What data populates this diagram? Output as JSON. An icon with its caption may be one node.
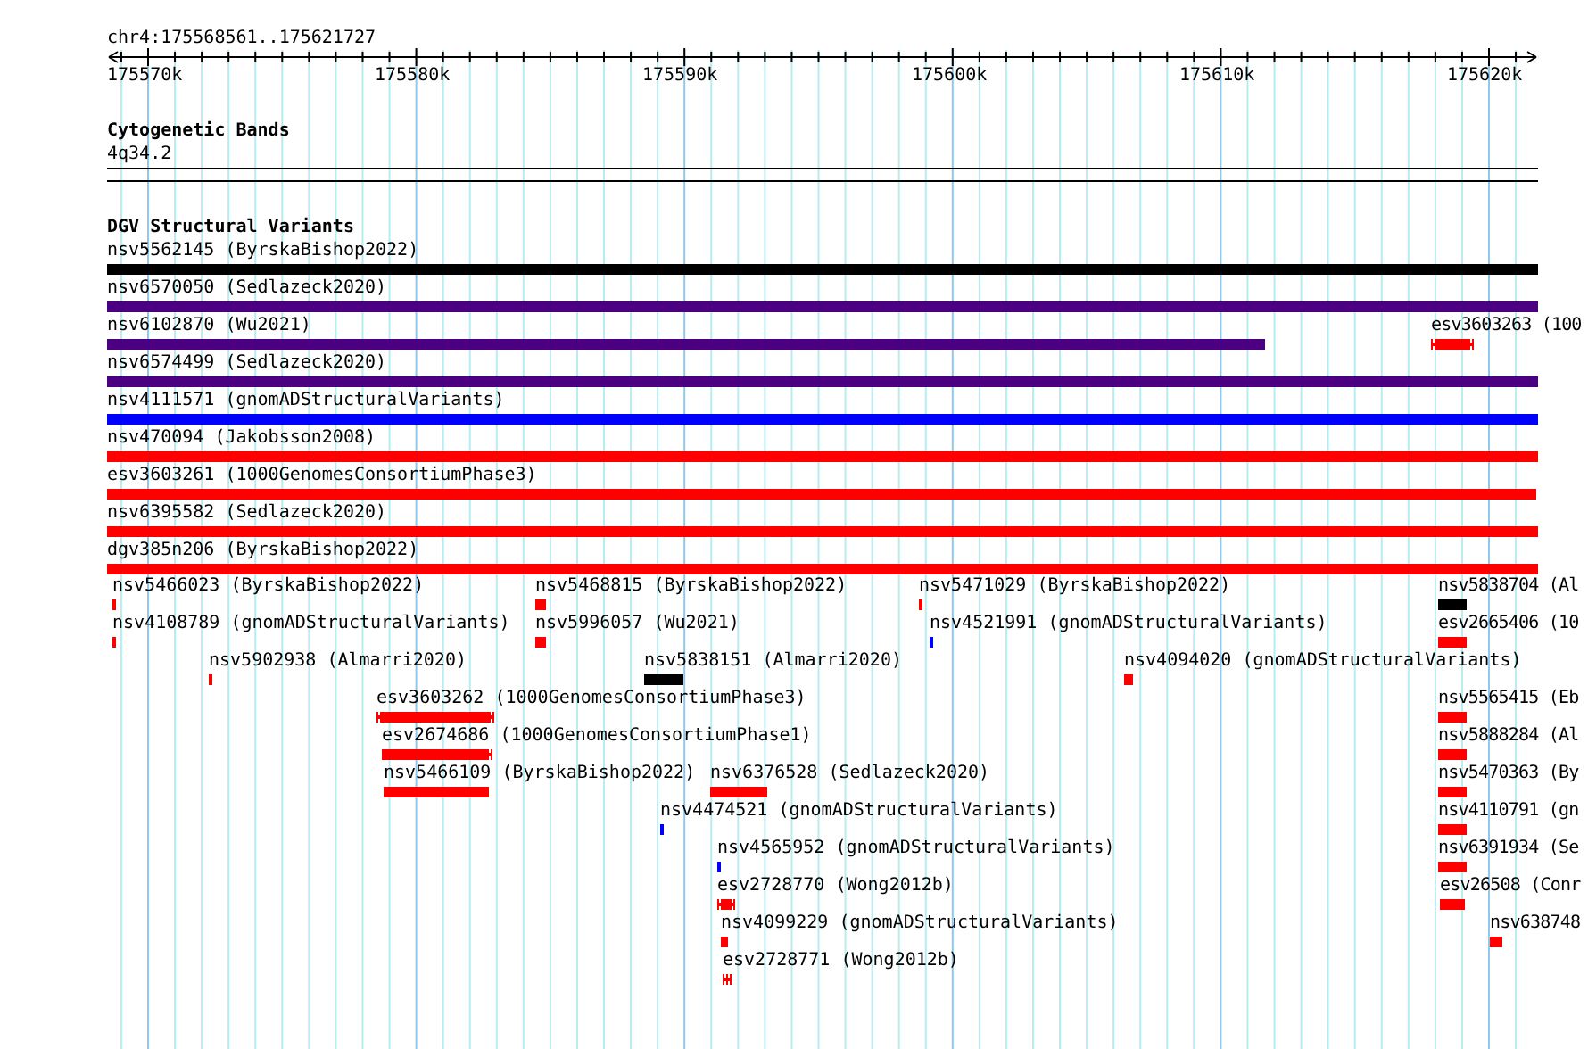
{
  "diagram": {
    "nodes": [
      {
        "text": [
          "nsv5562145 (ByrskaBishop2022)"
        ]
      },
      {
        "text": [
          "nsv6570050 (Sedlazeck2020)"
        ]
      },
      {
        "text": [
          "nsv6102870 (Wu2021)"
        ]
      },
      {
        "text": [
          "esv3603263 (100"
        ]
      },
      {
        "text": [
          "nsv6574499 (Sedlazeck2020)"
        ]
      },
      {
        "text": [
          "nsv4111571 (gnomADStructuralVariants)"
        ]
      },
      {
        "text": [
          "nsv470094 (Jakobsson2008)"
        ]
      },
      {
        "text": [
          "esv3603261 (1000GenomesConsortiumPhase3)"
        ]
      },
      {
        "text": [
          "nsv6395582 (Sedlazeck2020)"
        ]
      },
      {
        "text": [
          "dgv385n206 (ByrskaBishop2022)"
        ]
      },
      {
        "text": [
          "nsv5466023 (ByrskaBishop2022)"
        ]
      },
      {
        "text": [
          "nsv5468815 (ByrskaBishop2022)"
        ]
      },
      {
        "text": [
          "nsv5471029 (ByrskaBishop2022)"
        ]
      },
      {
        "text": [
          "nsv5838704 (Al"
        ]
      },
      {
        "text": [
          "nsv4108789 (gnomADStructuralVariants)"
        ]
      },
      {
        "text": [
          "nsv5996057 (Wu2021)"
        ]
      },
      {
        "text": [
          "nsv4521991 (gnomADStructuralVariants)"
        ]
      },
      {
        "text": [
          "esv2665406 (10"
        ]
      },
      {
        "text": [
          "nsv5902938 (Almarri2020)"
        ]
      },
      {
        "text": [
          "nsv5838151 (Almarri2020)"
        ]
      },
      {
        "text": [
          "nsv4094020 (gnomADStructuralVariants)"
        ]
      },
      {
        "text": [
          "esv3603262 (1000GenomesConsortiumPhase3)"
        ]
      },
      {
        "text": [
          "nsv5565415 (Eb"
        ]
      },
      {
        "text": [
          "esv2674686 (1000GenomesConsortiumPhase1)"
        ]
      },
      {
        "text": [
          "nsv5888284 (Al"
        ]
      },
      {
        "text": [
          "nsv5466109 (ByrskaBishop2022)"
        ]
      },
      {
        "text": [
          "nsv6376528 (Sedlazeck2020)"
        ]
      },
      {
        "text": [
          "nsv5470363 (By"
        ]
      },
      {
        "text": [
          "nsv4474521 (gnomADStructuralVariants)"
        ]
      },
      {
        "text": [
          "nsv4110791 (gn"
        ]
      },
      {
        "text": [
          "nsv4565952 (gnomADStructuralVariants)"
        ]
      },
      {
        "text": [
          "nsv6391934 (Se"
        ]
      },
      {
        "text": [
          "esv2728770 (Wong2012b)"
        ]
      },
      {
        "text": [
          "esv26508 (Conr"
        ]
      },
      {
        "text": [
          "nsv4099229 (gnomADStructuralVariants)"
        ]
      },
      {
        "text": [
          "nsv638748"
        ]
      },
      {
        "text": [
          "esv2728771 (Wong2012b)"
        ]
      }
    ],
    "labels": [
      "chr4:175568561..175621727",
      "175570k",
      "175580k",
      "175590k",
      "175600k",
      "175610k",
      "175620k",
      "Cytogenetic Bands",
      "4q34.2",
      "DGV Structural Variants"
    ]
  }
}
